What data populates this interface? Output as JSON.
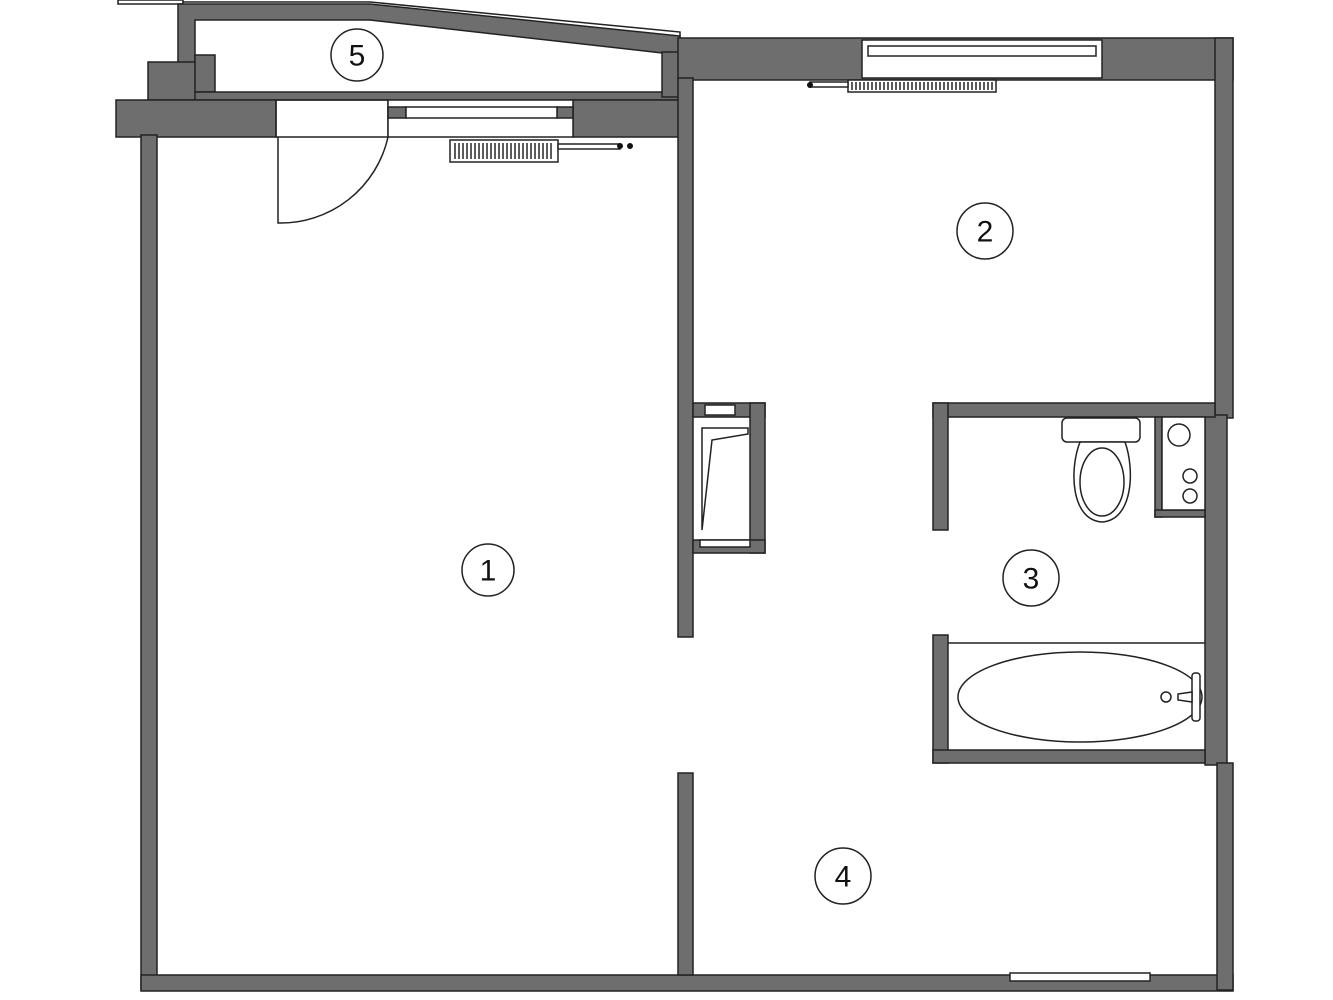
{
  "rooms": [
    {
      "id": "room-1",
      "label": "1"
    },
    {
      "id": "room-2",
      "label": "2"
    },
    {
      "id": "room-3",
      "label": "3"
    },
    {
      "id": "room-4",
      "label": "4"
    },
    {
      "id": "room-5",
      "label": "5"
    }
  ],
  "colors": {
    "wall": "#6e6e6e",
    "outline": "#222222",
    "background": "#ffffff"
  }
}
